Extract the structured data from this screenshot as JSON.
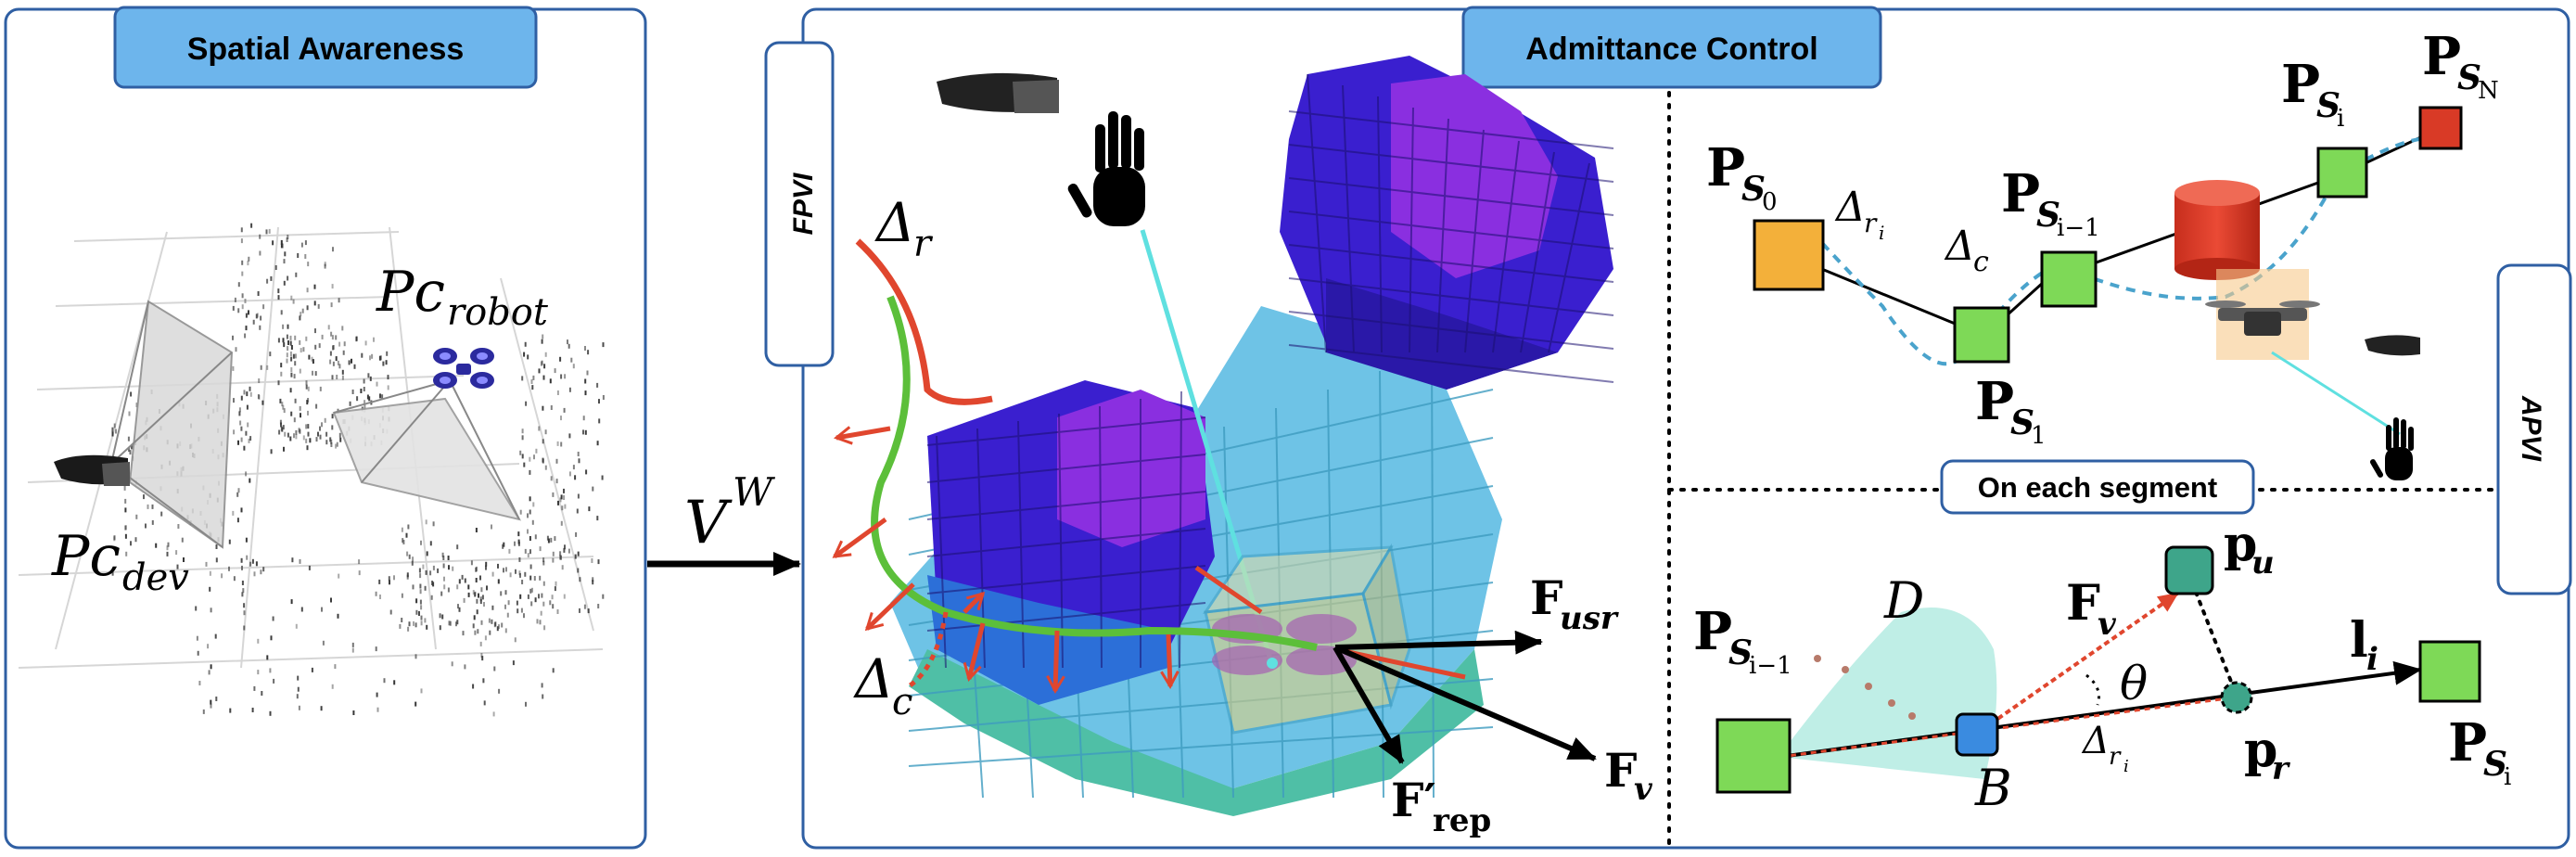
{
  "left_panel": {
    "title": "Spatial Awareness",
    "pc_robot": {
      "base": "Pc",
      "sub": "robot"
    },
    "pc_dev": {
      "base": "Pc",
      "sub": "dev"
    }
  },
  "arrow_label": {
    "base": "V",
    "sup": "W"
  },
  "right_panel": {
    "title": "Admittance Control",
    "left_tab": "FPVI",
    "right_tab": "APVI",
    "segment_label": "On each segment"
  },
  "center": {
    "delta_r": {
      "base": "Δ",
      "sub": "r"
    },
    "delta_c": {
      "base": "Δ",
      "sub": "c"
    },
    "f_usr": {
      "base": "F",
      "sub": "usr"
    },
    "f_v": {
      "base": "F",
      "sub": "v"
    },
    "f_rep": {
      "base": "F′",
      "sub": "rep"
    }
  },
  "top_right": {
    "ps0": {
      "base": "P",
      "sub": "S",
      "subsub": "0"
    },
    "ps1": {
      "base": "P",
      "sub": "S",
      "subsub": "1"
    },
    "psi1": {
      "base": "P",
      "sub": "S",
      "subsub": "i−1"
    },
    "psi": {
      "base": "P",
      "sub": "S",
      "subsub": "i"
    },
    "psn": {
      "base": "P",
      "sub": "S",
      "subsub": "N"
    },
    "delta_ri": {
      "base": "Δ",
      "sub": "r",
      "subsub": "i"
    },
    "delta_c": {
      "base": "Δ",
      "sub": "c"
    }
  },
  "bottom_right": {
    "psi1": {
      "base": "P",
      "sub": "S",
      "subsub": "i−1"
    },
    "psi": {
      "base": "P",
      "sub": "S",
      "subsub": "i"
    },
    "D": "D",
    "B": "B",
    "f_v": {
      "base": "F",
      "sub": "v"
    },
    "theta": "θ",
    "p_u": {
      "base": "p",
      "sub": "u"
    },
    "p_r": {
      "base": "p",
      "sub": "r"
    },
    "l_i": {
      "base": "l",
      "sub": "i"
    },
    "delta_ri": {
      "base": "Δ",
      "sub": "r",
      "subsub": "i"
    }
  },
  "colors": {
    "panel_border": "#2f5fa3",
    "title_fill": "#6db5ec",
    "voxel_purple": "#8a2fe0",
    "voxel_blue": "#3a1fcf",
    "voxel_cyan": "#6ec3e6",
    "voxel_teal": "#4fbfa6",
    "green_box": "#7ed957",
    "orange_box": "#f3b03a",
    "red_box": "#d93a26",
    "red_arrow": "#e0462e",
    "path_green": "#5cbf3a",
    "dashed_blue": "#4aa3cc",
    "teal_node": "#3ea58a",
    "blue_node": "#3a8be0",
    "safe_zone": "#bfeee6"
  },
  "icons": [
    "hololens-icon",
    "drone-icon",
    "hand-icon",
    "voxel-map-icon",
    "cylinder-obstacle-icon",
    "point-cloud-icon"
  ]
}
